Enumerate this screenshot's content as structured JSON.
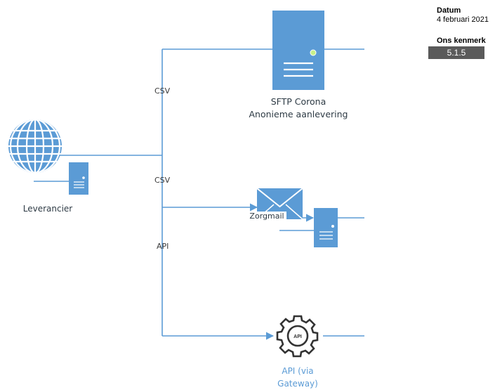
{
  "header": {
    "datum_label": "Datum",
    "datum_value": "4 februari 2021",
    "kenmerk_label": "Ons kenmerk",
    "kenmerk_value": "5.1.5"
  },
  "nodes": {
    "supplier_label": "Leverancier",
    "sftp_line1": "SFTP Corona",
    "sftp_line2": "Anonieme aanlevering",
    "mail_label": "Zorgmail",
    "gateway_line1": "API (via",
    "gateway_line2": "Gateway)",
    "gateway_icon_text": "API"
  },
  "edges": {
    "csv_top": "CSV",
    "csv_mid": "CSV",
    "api": "API"
  },
  "colors": {
    "accent": "#5b9bd5",
    "server": "#5b9bd5",
    "line": "#5b9bd5",
    "kenmerk_bg": "#5a5a5a"
  }
}
